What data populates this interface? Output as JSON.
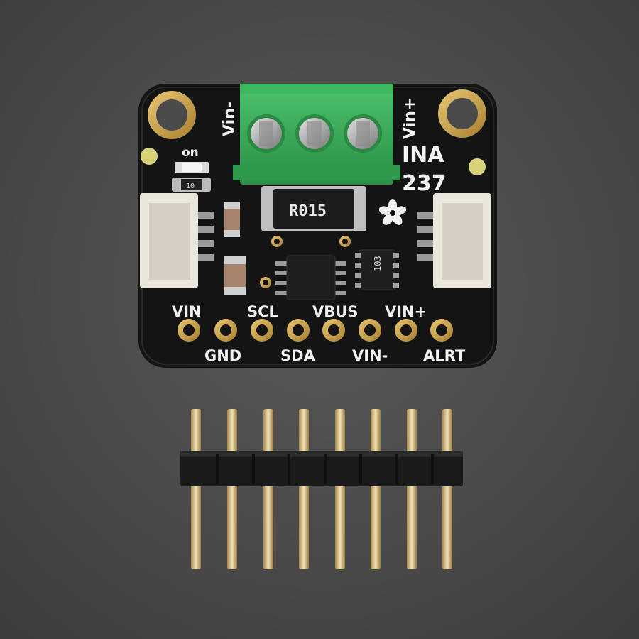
{
  "board": {
    "terminal_left_label": "Vin-",
    "terminal_right_label": "Vin+",
    "chip_name_line1": "INA",
    "chip_name_line2": "237",
    "led_label": "on",
    "shunt_marking": "R015",
    "resistor_marking": "103",
    "small_resistor_marking": "10"
  },
  "pins": {
    "top_labels": [
      "VIN",
      "SCL",
      "VBUS",
      "VIN+"
    ],
    "bottom_labels": [
      "GND",
      "SDA",
      "VIN-",
      "ALRT"
    ]
  },
  "colors": {
    "pcb": "#141414",
    "terminal_block": "#33a852",
    "gold": "#c9a24a",
    "background": "#4a4a4a",
    "silkscreen": "#f2f2f2"
  },
  "icons": [
    "adafruit-flower-logo"
  ]
}
